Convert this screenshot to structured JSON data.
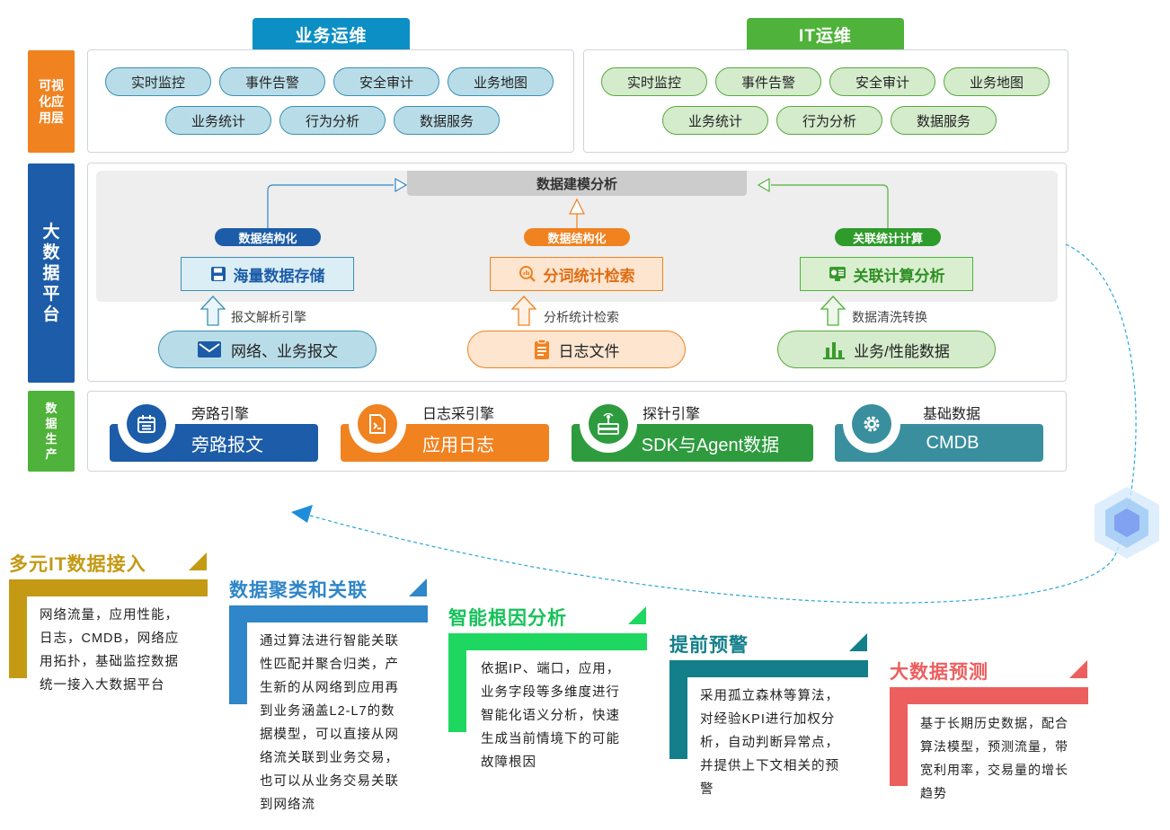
{
  "tabs": {
    "business_ops": "业务运维",
    "it_ops": "IT运维"
  },
  "layers": {
    "visual_app": [
      "可视",
      "化应",
      "用层"
    ],
    "bigdata": [
      "大",
      "数",
      "据",
      "平",
      "台"
    ],
    "production": [
      "数",
      "据",
      "生",
      "产"
    ]
  },
  "business_apps": [
    "实时监控",
    "事件告警",
    "安全审计",
    "业务地图",
    "业务统计",
    "行为分析",
    "数据服务"
  ],
  "it_apps": [
    "实时监控",
    "事件告警",
    "安全审计",
    "业务地图",
    "业务统计",
    "行为分析",
    "数据服务"
  ],
  "platform": {
    "model_bar": "数据建模分析",
    "tags": [
      "数据结构化",
      "数据结构化",
      "关联统计计算"
    ],
    "boxes": [
      "海量数据存储",
      "分词统计检索",
      "关联计算分析"
    ],
    "arrow_labels": [
      "报文解析引擎",
      "分析统计检索",
      "数据清洗转换"
    ],
    "sources": [
      "网络、业务报文",
      "日志文件",
      "业务/性能数据"
    ]
  },
  "production": {
    "captions": [
      "旁路引擎",
      "日志采引擎",
      "探针引擎",
      "基础数据"
    ],
    "bars": [
      "旁路报文",
      "应用日志",
      "SDK与Agent数据",
      "CMDB"
    ]
  },
  "features": [
    {
      "title": "多元IT数据接入",
      "lines": [
        "网络流量，应用性能，",
        "日志，CMDB，网络应",
        "用拓扑，基础监控数据",
        "统一接入大数据平台"
      ]
    },
    {
      "title": "数据聚类和关联",
      "lines": [
        "通过算法进行智能关联",
        "性匹配并聚合归类，产",
        "生新的从网络到应用再",
        "到业务涵盖L2-L7的数",
        "据模型，可以直接从网",
        "络流关联到业务交易，",
        "也可以从业务交易关联",
        "到网络流"
      ]
    },
    {
      "title": "智能根因分析",
      "lines": [
        "依据IP、端口，应用，",
        "业务字段等多维度进行",
        "智能化语义分析，快速",
        "生成当前情境下的可能",
        "故障根因"
      ]
    },
    {
      "title": "提前预警",
      "lines": [
        "采用孤立森林等算法，",
        "对经验KPI进行加权分",
        "析，自动判断异常点，",
        "并提供上下文相关的预",
        "警"
      ]
    },
    {
      "title": "大数据预测",
      "lines": [
        "基于长期历史数据，配合",
        "算法模型，预测流量，带",
        "宽利用率，交易量的增长",
        "趋势"
      ]
    }
  ],
  "colors": {
    "blue_tab": "#0b8fc4",
    "green_tab": "#4fb23a",
    "orange": "#f08220",
    "navy": "#1c5ca8",
    "gold": "#c49a14",
    "mid_blue": "#2f86c8",
    "bright_green": "#1ed760",
    "teal": "#137f8a",
    "coral": "#ec5f5f"
  },
  "icons": [
    "save-icon",
    "search-chart-icon",
    "calc-icon",
    "mail-icon",
    "document-icon",
    "bar-chart-icon",
    "calendar-icon",
    "terminal-icon",
    "probe-icon",
    "gear-icon",
    "cube-icon"
  ]
}
